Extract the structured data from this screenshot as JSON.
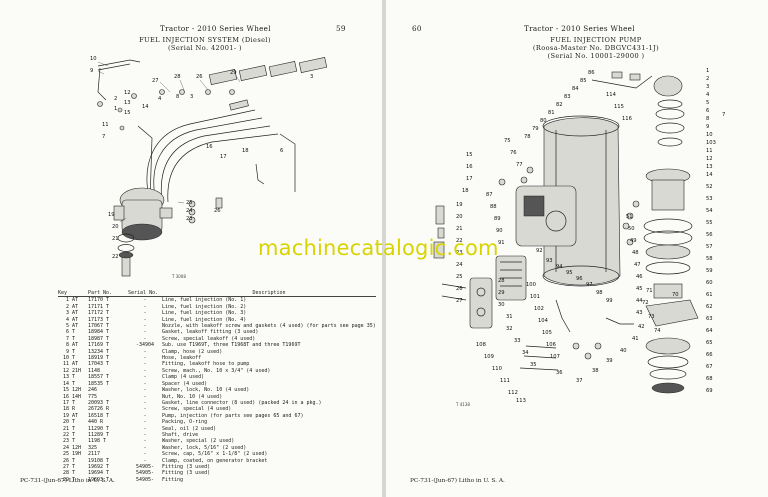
{
  "left_page": {
    "header": "Tractor - 2010 Series Wheel",
    "page_number": "59",
    "title_line1": "FUEL INJECTION SYSTEM (Diesel)",
    "title_line2": "(Serial No.  42001-         )",
    "figure_id": "T 3008",
    "callouts": [
      "10",
      "9",
      "27",
      "28",
      "26",
      "29",
      "3",
      "8",
      "3",
      "4",
      "12",
      "13",
      "14",
      "15",
      "2",
      "1",
      "11",
      "7",
      "16",
      "17",
      "18",
      "6",
      "19",
      "25",
      "24",
      "23",
      "20",
      "21",
      "22",
      "26"
    ],
    "table": {
      "headers": {
        "key": "Key",
        "part_no": "Part No.",
        "serial_no": "Serial No.",
        "description": "Description"
      },
      "rows": [
        {
          "key": "1",
          "pfx": "AT",
          "pn": "17170 T",
          "sn": "-",
          "desc": "Line, fuel injection (No. 1)"
        },
        {
          "key": "2",
          "pfx": "AT",
          "pn": "17171 T",
          "sn": "-",
          "desc": "Line, fuel injection (No. 2)"
        },
        {
          "key": "3",
          "pfx": "AT",
          "pn": "17172 T",
          "sn": "-",
          "desc": "Line, fuel injection (No. 3)"
        },
        {
          "key": "4",
          "pfx": "AT",
          "pn": "17173 T",
          "sn": "-",
          "desc": "Line, fuel injection (No. 4)"
        },
        {
          "key": "5",
          "pfx": "AT",
          "pn": "17067 T",
          "sn": "-",
          "desc": "Nozzle, with leakoff screw and gaskets (4 used) (for parts see page 35)"
        },
        {
          "key": "6",
          "pfx": "T",
          "pn": "18984 T",
          "sn": "-",
          "desc": "Gasket, leakoff fitting (3 used)"
        },
        {
          "key": "7",
          "pfx": "T",
          "pn": "18987 T",
          "sn": "-",
          "desc": "Screw, special leakoff (4 used)"
        },
        {
          "key": "8",
          "pfx": "AT",
          "pn": "17169 T",
          "sn": "-34904",
          "desc": "Sub. use T1969T, three T1968T and three T1969T"
        },
        {
          "key": "9",
          "pfx": "T",
          "pn": "13234 T",
          "sn": "-",
          "desc": "Clamp, hose (2 used)"
        },
        {
          "key": "10",
          "pfx": "T",
          "pn": "18919 T",
          "sn": "-",
          "desc": "Hose, leakoff"
        },
        {
          "key": "11",
          "pfx": "AT",
          "pn": "17043 T",
          "sn": "-",
          "desc": "Fitting, leakoff hose to pump"
        },
        {
          "key": "12",
          "pfx": "21H",
          "pn": "1148",
          "sn": "-",
          "desc": "Screw, mach., No. 10 x 3/4\" (4 used)"
        },
        {
          "key": "13",
          "pfx": "T",
          "pn": "18557 T",
          "sn": "-",
          "desc": "Clamp (4 used)"
        },
        {
          "key": "14",
          "pfx": "T",
          "pn": "18535 T",
          "sn": "-",
          "desc": "Spacer (4 used)"
        },
        {
          "key": "15",
          "pfx": "12H",
          "pn": "246",
          "sn": "-",
          "desc": "Washer, lock, No. 10 (4 used)"
        },
        {
          "key": "16",
          "pfx": "14H",
          "pn": "775",
          "sn": "-",
          "desc": "Nut, No. 10 (4 used)"
        },
        {
          "key": "17",
          "pfx": "T",
          "pn": "20093 T",
          "sn": "-",
          "desc": "Gasket, line connector (8 used) (packed 24 in a pkg.)"
        },
        {
          "key": "18",
          "pfx": "R",
          "pn": "26726 R",
          "sn": "-",
          "desc": "Screw, special (4 used)"
        },
        {
          "key": "19",
          "pfx": "AT",
          "pn": "16518 T",
          "sn": "-",
          "desc": "Pump, injection (for parts see pages 65 and 67)"
        },
        {
          "key": "20",
          "pfx": "T",
          "pn": "440 R",
          "sn": "-",
          "desc": "Packing, O-ring"
        },
        {
          "key": "21",
          "pfx": "T",
          "pn": "11290 T",
          "sn": "-",
          "desc": "Seal, oil (2 used)"
        },
        {
          "key": "22",
          "pfx": "T",
          "pn": "11289 T",
          "sn": "-",
          "desc": "Shaft, drive"
        },
        {
          "key": "23",
          "pfx": "T",
          "pn": "1198 T",
          "sn": "-",
          "desc": "Washer, special (2 used)"
        },
        {
          "key": "24",
          "pfx": "12H",
          "pn": "325",
          "sn": "-",
          "desc": "Washer, lock, 5/16\" (2 used)"
        },
        {
          "key": "25",
          "pfx": "19H",
          "pn": "2117",
          "sn": "-",
          "desc": "Screw, cap, 5/16\" x 1-1/8\" (2 used)"
        },
        {
          "key": "26",
          "pfx": "T",
          "pn": "19108 T",
          "sn": "-",
          "desc": "Clamp, coated, on generator bracket"
        },
        {
          "key": "27",
          "pfx": "T",
          "pn": "19692 T",
          "sn": "54905-",
          "desc": "Fitting (3 used)"
        },
        {
          "key": "28",
          "pfx": "T",
          "pn": "19694 T",
          "sn": "54905-",
          "desc": "Fitting (3 used)"
        },
        {
          "key": "29",
          "pfx": "T",
          "pn": "19693 T",
          "sn": "54905-",
          "desc": "Fitting"
        }
      ]
    },
    "footer": "PC-731-(Jun-67) Litho in U. S. A."
  },
  "right_page": {
    "page_number": "60",
    "header": "Tractor - 2010 Series Wheel",
    "title_line1": "FUEL INJECTION PUMP",
    "title_line2": "(Roosa-Master No. DBGVC431-1J)",
    "title_line3": "(Serial No.  10001-29000  )",
    "figure_id": "T 4138",
    "callouts": [
      "1",
      "2",
      "3",
      "4",
      "5",
      "6",
      "7",
      "8",
      "9",
      "10",
      "103",
      "11",
      "12",
      "13",
      "14",
      "15",
      "16",
      "17",
      "18",
      "19",
      "20",
      "21",
      "22",
      "23",
      "24",
      "25",
      "26",
      "27",
      "28",
      "29",
      "30",
      "31",
      "32",
      "33",
      "34",
      "35",
      "36",
      "37",
      "38",
      "39",
      "40",
      "41",
      "42",
      "43",
      "44",
      "45",
      "46",
      "47",
      "48",
      "49",
      "50",
      "51",
      "52",
      "53",
      "54",
      "55",
      "56",
      "57",
      "58",
      "59",
      "60",
      "61",
      "62",
      "63",
      "64",
      "65",
      "66",
      "67",
      "68",
      "69",
      "70",
      "71",
      "72",
      "73",
      "74",
      "75",
      "76",
      "77",
      "78",
      "79",
      "80",
      "81",
      "82",
      "83",
      "84",
      "85",
      "86",
      "87",
      "88",
      "89",
      "90",
      "91",
      "92",
      "93",
      "94",
      "95",
      "96",
      "97",
      "98",
      "99",
      "100",
      "101",
      "102",
      "104",
      "105",
      "106",
      "107",
      "108",
      "109",
      "110",
      "111",
      "112",
      "113",
      "114",
      "115",
      "116"
    ],
    "footer": "PC-731-(Jun-67) Litho in U. S. A."
  },
  "watermark": "machinecatalogic.com"
}
